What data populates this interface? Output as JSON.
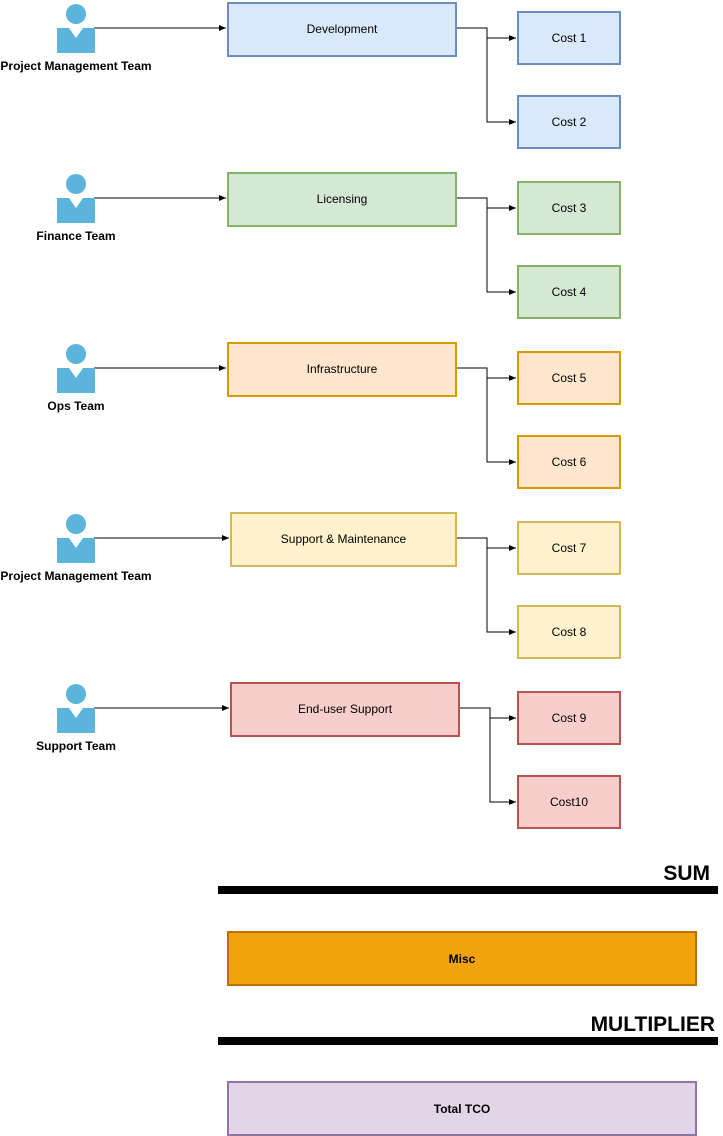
{
  "rows": [
    {
      "team": "Project Management Team",
      "category": "Development",
      "costs": [
        "Cost 1",
        "Cost 2"
      ],
      "fill": "#dae8fc",
      "stroke": "#6c8ebf"
    },
    {
      "team": "Finance Team",
      "category": "Licensing",
      "costs": [
        "Cost 3",
        "Cost 4"
      ],
      "fill": "#d5e8d4",
      "stroke": "#82b366"
    },
    {
      "team": "Ops Team",
      "category": "Infrastructure",
      "costs": [
        "Cost 5",
        "Cost 6"
      ],
      "fill": "#ffe6cc",
      "stroke": "#d79b00"
    },
    {
      "team": "Project Management Team",
      "category": "Support & Maintenance",
      "costs": [
        "Cost 7",
        "Cost 8"
      ],
      "fill": "#fff2cc",
      "stroke": "#d6b656"
    },
    {
      "team": "Support Team",
      "category": "End-user Support",
      "costs": [
        "Cost 9",
        "Cost10"
      ],
      "fill": "#f8cecc",
      "stroke": "#b85450"
    }
  ],
  "sum": {
    "label": "SUM"
  },
  "misc": {
    "label": "Misc",
    "fill": "#f0a30a",
    "stroke": "#bd7000"
  },
  "multiplier": {
    "label": "MULTIPLIER"
  },
  "total": {
    "label": "Total TCO",
    "fill": "#e1d5e7",
    "stroke": "#9673a6"
  },
  "icon_color": "#5ab4dc"
}
